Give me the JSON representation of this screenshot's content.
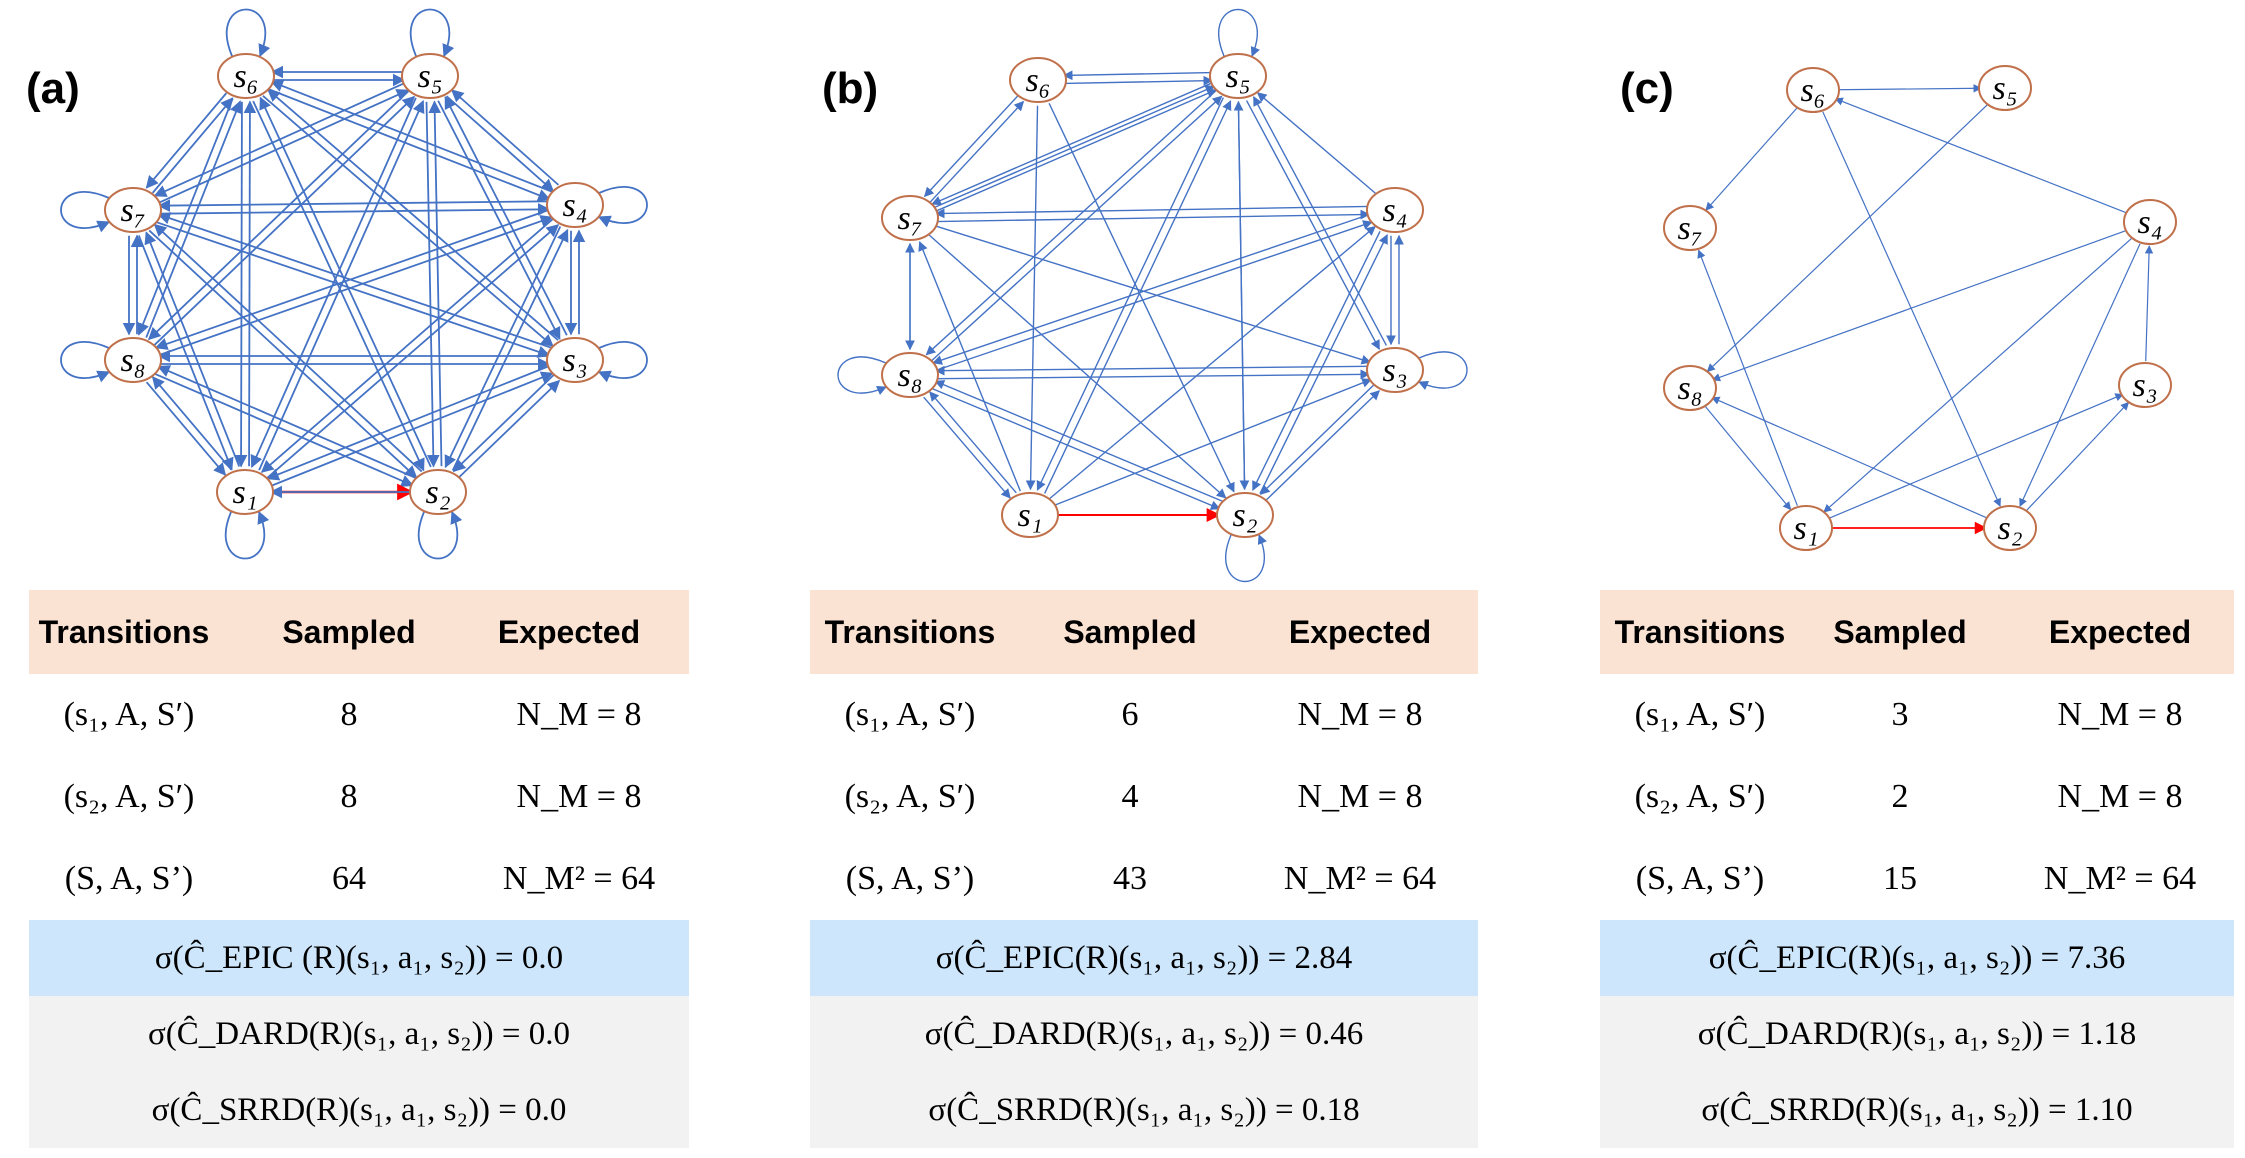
{
  "panels": [
    {
      "label": "(a)",
      "headers": [
        "Transitions",
        "Sampled",
        "Expected"
      ],
      "rows": [
        {
          "transition": "(s₁, A, S′)",
          "sampled": "8",
          "expected": "N_M = 8"
        },
        {
          "transition": "(s₂, A, S′)",
          "sampled": "8",
          "expected": "N_M = 8"
        },
        {
          "transition": "(S, A, S’)",
          "sampled": "64",
          "expected": "N_M² = 64"
        }
      ],
      "sigma_epic": "σ(Ĉ_EPIC (R)(s₁, a₁, s₂)) = 0.0",
      "sigma_dard": "σ(Ĉ_DARD(R)(s₁, a₁, s₂)) = 0.0",
      "sigma_srrd": "σ(Ĉ_SRRD(R)(s₁, a₁, s₂)) = 0.0"
    },
    {
      "label": "(b)",
      "headers": [
        "Transitions",
        "Sampled",
        "Expected"
      ],
      "rows": [
        {
          "transition": "(s₁, A, S′)",
          "sampled": "6",
          "expected": "N_M = 8"
        },
        {
          "transition": "(s₂, A, S′)",
          "sampled": "4",
          "expected": "N_M = 8"
        },
        {
          "transition": "(S, A, S’)",
          "sampled": "43",
          "expected": "N_M² = 64"
        }
      ],
      "sigma_epic": "σ(Ĉ_EPIC(R)(s₁, a₁, s₂)) = 2.84",
      "sigma_dard": "σ(Ĉ_DARD(R)(s₁, a₁, s₂)) = 0.46",
      "sigma_srrd": "σ(Ĉ_SRRD(R)(s₁, a₁, s₂)) = 0.18"
    },
    {
      "label": "(c)",
      "headers": [
        "Transitions",
        "Sampled",
        "Expected"
      ],
      "rows": [
        {
          "transition": "(s₁, A, S′)",
          "sampled": "3",
          "expected": "N_M = 8"
        },
        {
          "transition": "(s₂, A, S′)",
          "sampled": "2",
          "expected": "N_M = 8"
        },
        {
          "transition": "(S, A, S’)",
          "sampled": "15",
          "expected": "N_M² = 64"
        }
      ],
      "sigma_epic": "σ(Ĉ_EPIC(R)(s₁, a₁, s₂)) = 7.36",
      "sigma_dard": "σ(Ĉ_DARD(R)(s₁, a₁, s₂)) = 1.18",
      "sigma_srrd": "σ(Ĉ_SRRD(R)(s₁, a₁, s₂)) = 1.10"
    }
  ],
  "node_labels": [
    "s₁",
    "s₂",
    "s₃",
    "s₄",
    "s₅",
    "s₆",
    "s₇",
    "s₈"
  ],
  "colors": {
    "edge": "#4472c4",
    "highlight_edge": "#ff0000",
    "node_border": "#c0704a",
    "header_bg": "#fbe3d4",
    "epic_bg": "#cde6fb",
    "grey_bg": "#f2f2f2"
  }
}
